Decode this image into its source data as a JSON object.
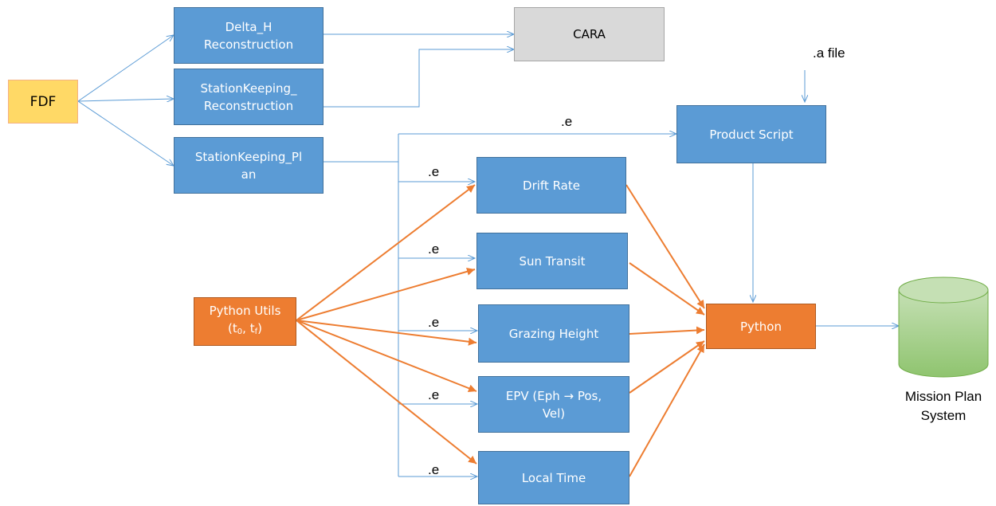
{
  "diagram": {
    "nodes": {
      "fdf": "FDF",
      "delta_h": "Delta_H\nReconstruction",
      "sk_recon": "StationKeeping_\nReconstruction",
      "sk_plan": "StationKeeping_Pl\nan",
      "cara": "CARA",
      "product_script": "Product Script",
      "drift_rate": "Drift Rate",
      "sun_transit": "Sun Transit",
      "grazing_height": "Grazing Height",
      "epv": "EPV (Eph → Pos,\nVel)",
      "local_time": "Local Time",
      "python": "Python",
      "python_utils_title": "Python Utils",
      "python_utils_t0": "t",
      "python_utils_t0_sub": "0",
      "python_utils_tf": "t",
      "python_utils_tf_sub": "f",
      "mission_plan": "Mission Plan\nSystem"
    },
    "edge_labels": {
      "a_file": ".a file",
      "e_product": ".e",
      "e_drift": ".e",
      "e_sun": ".e",
      "e_grazing": ".e",
      "e_epv": ".e",
      "e_local": ".e"
    },
    "colors": {
      "process_blue": "#5b9bd5",
      "python_orange": "#ed7d31",
      "source_yellow": "#ffd966",
      "external_gray": "#d9d9d9",
      "database_green": "#a9d18e",
      "blue_connector": "#5b9bd5",
      "orange_connector": "#ed7d31"
    }
  }
}
